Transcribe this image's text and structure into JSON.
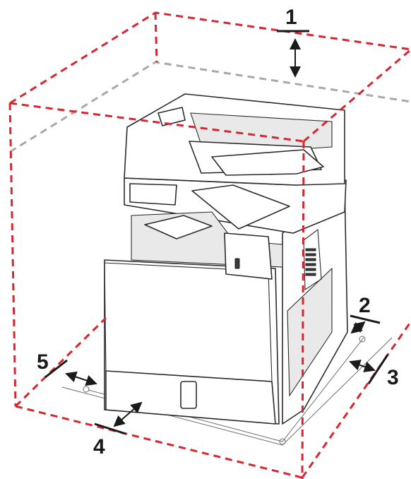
{
  "callouts": [
    {
      "id": "1",
      "label": "1"
    },
    {
      "id": "2",
      "label": "2"
    },
    {
      "id": "3",
      "label": "3"
    },
    {
      "id": "4",
      "label": "4"
    },
    {
      "id": "5",
      "label": "5"
    }
  ],
  "colors": {
    "clearance_box": "#d7262f",
    "hidden_edge": "#a9a9a9",
    "line_art": "#2b2b2b",
    "callout_text": "#1a1a1a"
  }
}
